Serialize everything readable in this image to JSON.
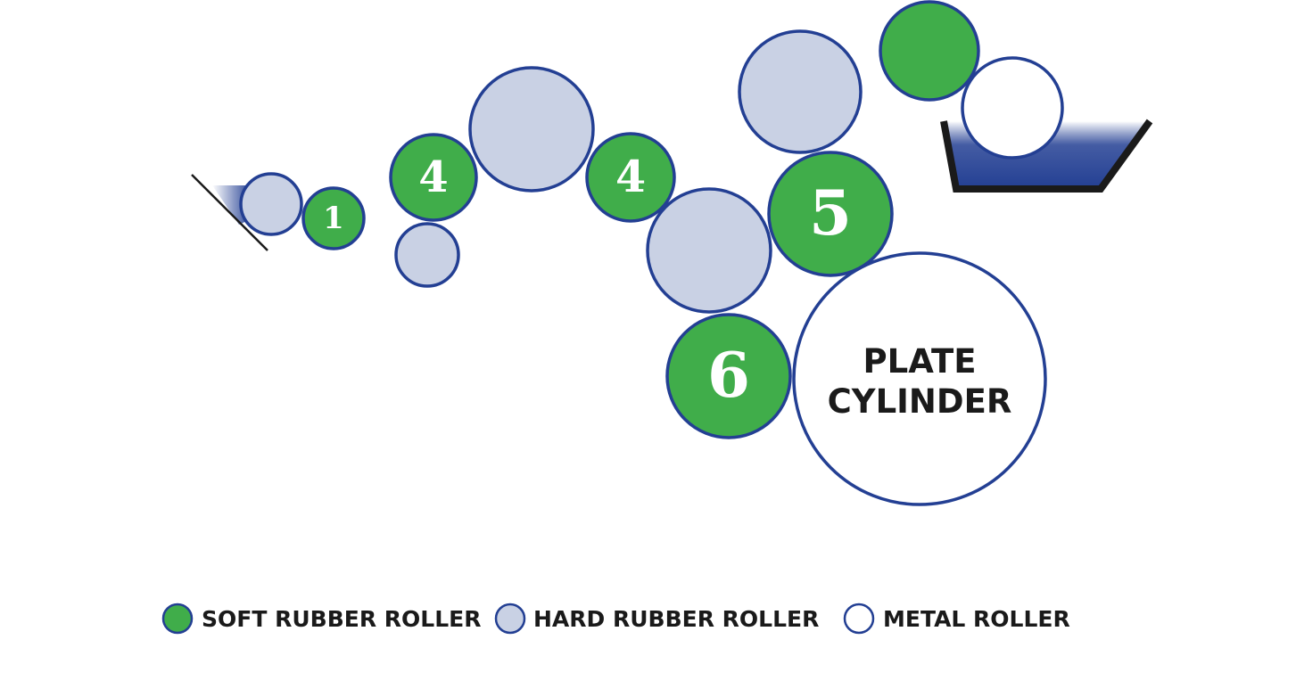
{
  "colors": {
    "soft": "#40ad4a",
    "hard": "#c9d1e4",
    "metal": "#ffffff",
    "outline": "#233f93",
    "fountain": "#233f93",
    "text_dark": "#1a1a1a"
  },
  "rollers": [
    {
      "id": "r-small-hard-left",
      "type": "hard",
      "label": ""
    },
    {
      "id": "r-1",
      "type": "soft",
      "label": "1"
    },
    {
      "id": "r-4a",
      "type": "soft",
      "label": "4"
    },
    {
      "id": "r-small-hard-lower",
      "type": "hard",
      "label": ""
    },
    {
      "id": "r-big-hard-top",
      "type": "hard",
      "label": ""
    },
    {
      "id": "r-4b",
      "type": "soft",
      "label": "4"
    },
    {
      "id": "r-hard-mid",
      "type": "hard",
      "label": ""
    },
    {
      "id": "r-hard-upper-right",
      "type": "hard",
      "label": ""
    },
    {
      "id": "r-5",
      "type": "soft",
      "label": "5"
    },
    {
      "id": "r-6",
      "type": "soft",
      "label": "6"
    },
    {
      "id": "r-soft-top-right",
      "type": "soft",
      "label": ""
    },
    {
      "id": "r-fountain-metal",
      "type": "metal",
      "label": ""
    }
  ],
  "plate": {
    "line1": "PLATE",
    "line2": "CYLINDER"
  },
  "legend": [
    {
      "type": "soft",
      "label": "SOFT RUBBER ROLLER"
    },
    {
      "type": "hard",
      "label": "HARD RUBBER ROLLER"
    },
    {
      "type": "metal",
      "label": "METAL ROLLER"
    }
  ]
}
